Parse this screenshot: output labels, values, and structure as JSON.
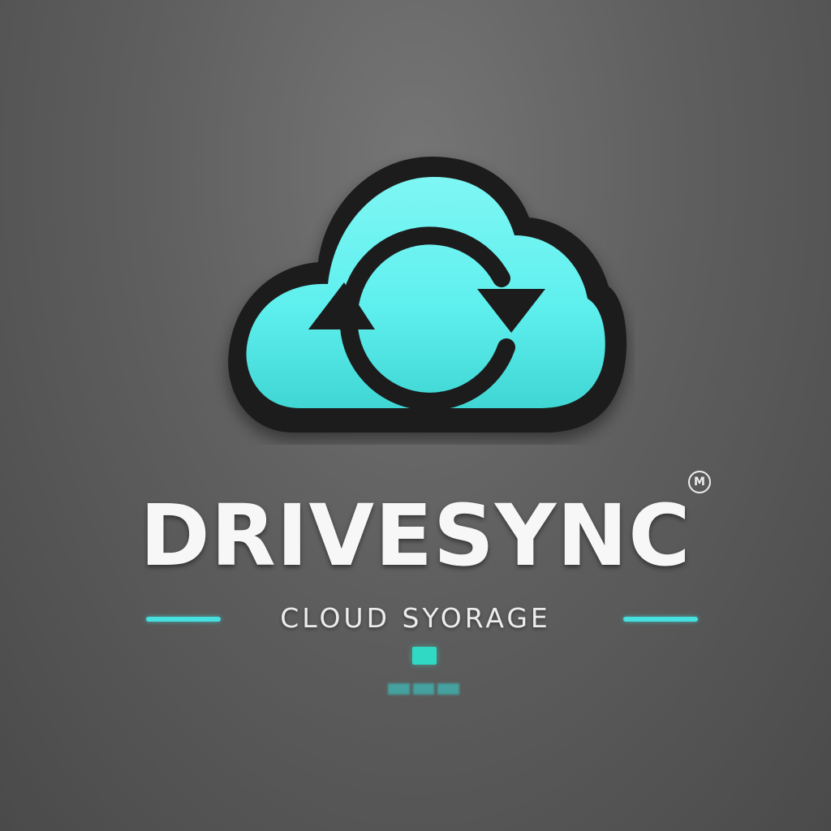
{
  "brand": {
    "name": "DRIVESYNC",
    "tagline": "CLOUD SYORAGE",
    "trademark_symbol": "M"
  },
  "logo": {
    "icon": "cloud-sync-icon",
    "fill_color": "#5ff0ee",
    "outline_color": "#1c1c1c",
    "arrow_color": "#1c1c1c"
  },
  "colors": {
    "background": "#666666",
    "accent": "#45e0df",
    "text": "#f7f7f7"
  }
}
